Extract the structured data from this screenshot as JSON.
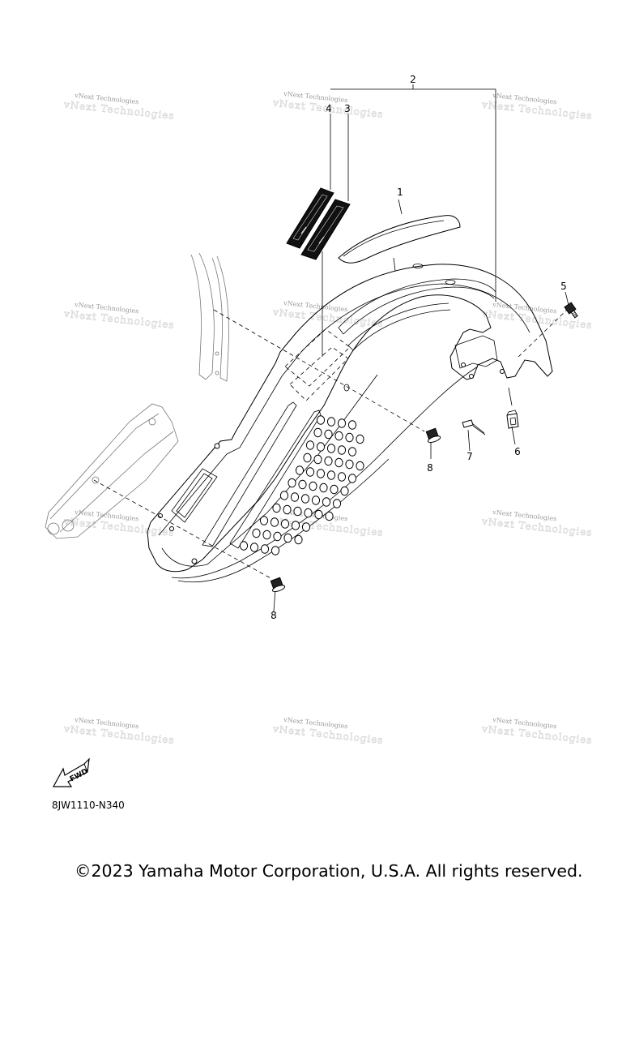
{
  "diagram": {
    "callouts": [
      {
        "id": "c1",
        "label": "1"
      },
      {
        "id": "c2",
        "label": "2"
      },
      {
        "id": "c3",
        "label": "3"
      },
      {
        "id": "c4",
        "label": "4"
      },
      {
        "id": "c5",
        "label": "5"
      },
      {
        "id": "c6",
        "label": "6"
      },
      {
        "id": "c7",
        "label": "7"
      },
      {
        "id": "c8a",
        "label": "8"
      },
      {
        "id": "c8b",
        "label": "8"
      }
    ],
    "watermark_text": "vNext Technologies",
    "fwd_label": "FWD",
    "drawing_code": "8JW1110-N340"
  },
  "footer": {
    "copyright": "©2023 Yamaha Motor Corporation, U.S.A. All rights reserved."
  },
  "colors": {
    "line": "#000000",
    "watermark": "#9a9a9a",
    "background": "#ffffff"
  }
}
